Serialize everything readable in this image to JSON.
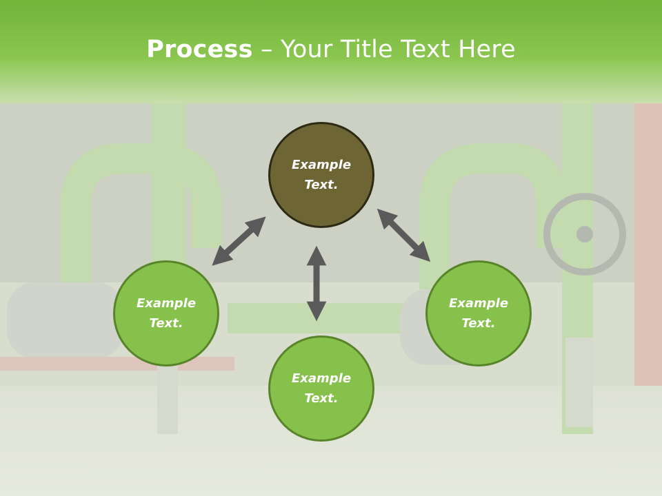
{
  "title": {
    "bold": "Process",
    "rest": " – Your Title Text Here"
  },
  "nodes": [
    {
      "id": "top",
      "label1": "Example",
      "label2": "Text."
    },
    {
      "id": "left",
      "label1": "Example",
      "label2": "Text."
    },
    {
      "id": "right",
      "label1": "Example",
      "label2": "Text."
    },
    {
      "id": "bottom",
      "label1": "Example",
      "label2": "Text."
    }
  ],
  "colors": {
    "header_green": "#86c14c",
    "dark_node": "#6d6533",
    "green_node": "#86c14c",
    "arrow": "#5a5a5a"
  }
}
